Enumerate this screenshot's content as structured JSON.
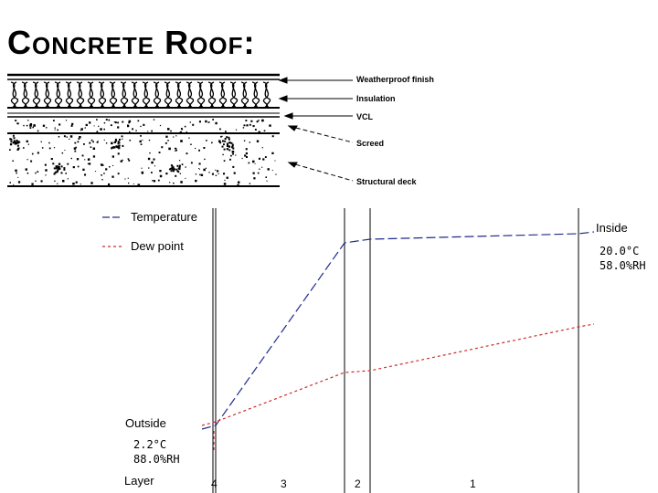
{
  "title": {
    "first": "C",
    "first_rest": "ONCRETE",
    "second": "R",
    "second_rest": "OOF",
    "colon": ":"
  },
  "layers": {
    "weatherproof": "Weatherproof finish",
    "insulation": "Insulation",
    "vcl": "VCL",
    "screed": "Screed",
    "deck": "Structural deck"
  },
  "legend": {
    "temperature": "Temperature",
    "dew_point": "Dew point"
  },
  "inside": {
    "label": "Inside",
    "temp": "20.0°C",
    "rh": "58.0%RH"
  },
  "outside": {
    "label": "Outside",
    "temp": "2.2°C",
    "rh": "88.0%RH"
  },
  "layer_axis": {
    "label": "Layer",
    "numbers": [
      "4",
      "3",
      "2",
      "1"
    ]
  },
  "colors": {
    "temperature": "#1f2a8c",
    "dew_point": "#cc2b2b"
  }
}
